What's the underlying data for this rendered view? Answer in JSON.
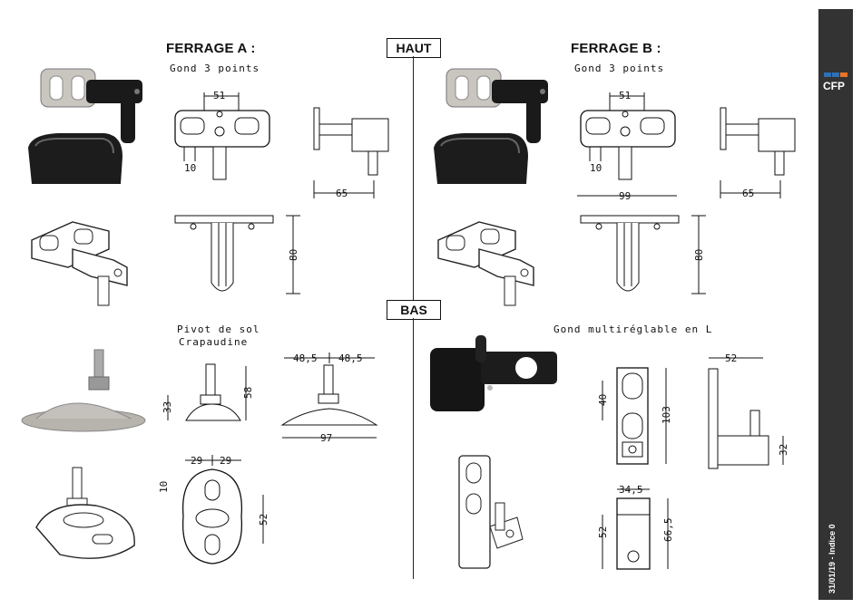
{
  "sections": {
    "haut": "HAUT",
    "bas": "BAS"
  },
  "ferrage_a": {
    "title": "FERRAGE A :",
    "subtitle": "Gond 3 points",
    "dims": {
      "width": "51",
      "spacing": "10",
      "depth": "65",
      "height": "80"
    }
  },
  "ferrage_b": {
    "title": "FERRAGE B :",
    "subtitle": "Gond 3 points",
    "dims": {
      "width": "51",
      "spacing": "10",
      "total": "99",
      "depth": "65",
      "height": "80"
    }
  },
  "pivot": {
    "title_line1": "Pivot de sol",
    "title_line2": "Crapaudine",
    "dims": {
      "h33": "33",
      "h58": "58",
      "w48a": "48,5",
      "w48b": "48,5",
      "w97": "97",
      "w29a": "29",
      "w29b": "29",
      "d10": "10",
      "d52": "52"
    }
  },
  "gond_l": {
    "title": "Gond multiréglable en L",
    "dims": {
      "d40": "40",
      "d103": "103",
      "d52top": "52",
      "d32": "32",
      "d34": "34,5",
      "d52": "52",
      "d66": "66,5"
    }
  },
  "sidebar": {
    "logo_text": "CFP",
    "footer": "31/01/19 - Indice 0",
    "colors": {
      "bar": "#333333",
      "logo_blue": "#2f6fb6",
      "logo_orange": "#e8742a"
    }
  }
}
